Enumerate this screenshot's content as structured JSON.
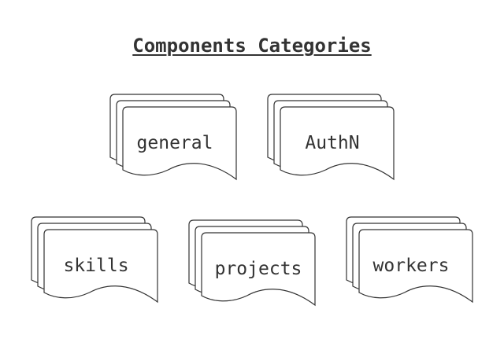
{
  "title": "Components Categories",
  "categories": [
    {
      "id": "general",
      "label": "general"
    },
    {
      "id": "authn",
      "label": "AuthN"
    },
    {
      "id": "skills",
      "label": "skills"
    },
    {
      "id": "projects",
      "label": "projects"
    },
    {
      "id": "workers",
      "label": "workers"
    }
  ],
  "colors": {
    "stroke": "#333333",
    "fill": "#ffffff",
    "text": "#333333"
  }
}
